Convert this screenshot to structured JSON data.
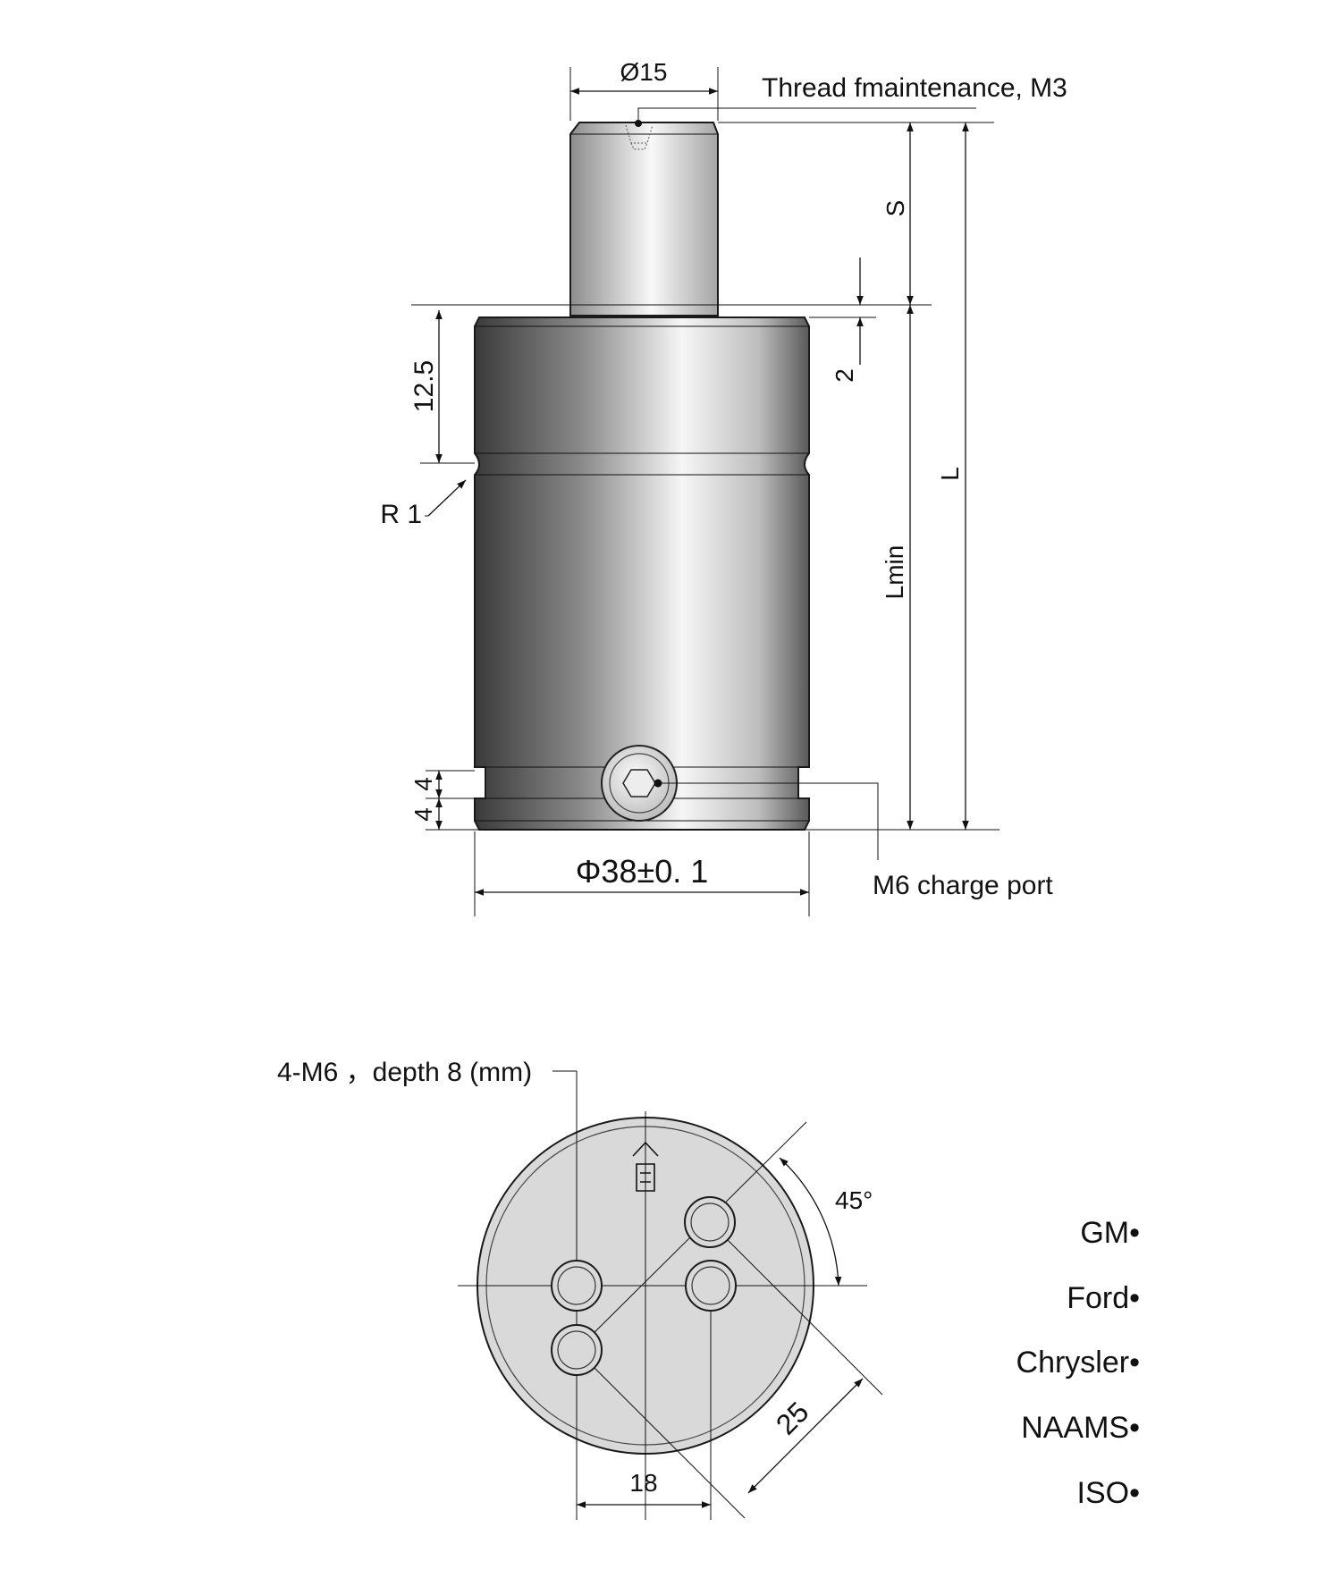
{
  "side_view": {
    "rod_diameter": "Ø15",
    "maintenance_thread": "Thread fmaintenance, M3",
    "stroke": "S",
    "length": "L",
    "length_min": "Lmin",
    "top_band": "12.5",
    "step": "2",
    "groove_radius": "R 1",
    "bottom_band_a": "4",
    "bottom_band_b": "4",
    "body_diameter": "Φ38±0. 1",
    "charge_port": "M6 charge port"
  },
  "bottom_view": {
    "holes_note": "4-M6 ，depth 8 (mm)",
    "angle": "45°",
    "diagonal_distance": "25",
    "spacing": "18"
  },
  "standards": [
    "GM•",
    "Ford•",
    "Chrysler•",
    "NAAMS•",
    "ISO•"
  ],
  "colors": {
    "line": "#111111",
    "face": "#d9d9d9",
    "metal_dark": "#3c3c3c",
    "metal_light": "#f4f4f4"
  }
}
